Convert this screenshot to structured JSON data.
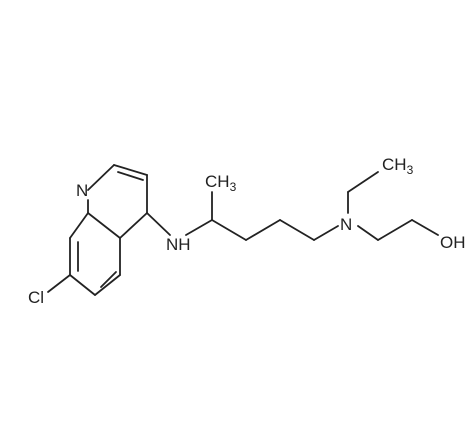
{
  "molecule": {
    "atoms": {
      "n_ring": "N",
      "chloro": "Cl",
      "nh": "NH",
      "methyl_c": "CH",
      "methyl_sub": "3",
      "ethyl_c": "CH",
      "ethyl_sub": "3",
      "n_tertiary": "N",
      "hydroxyl": "OH"
    }
  }
}
